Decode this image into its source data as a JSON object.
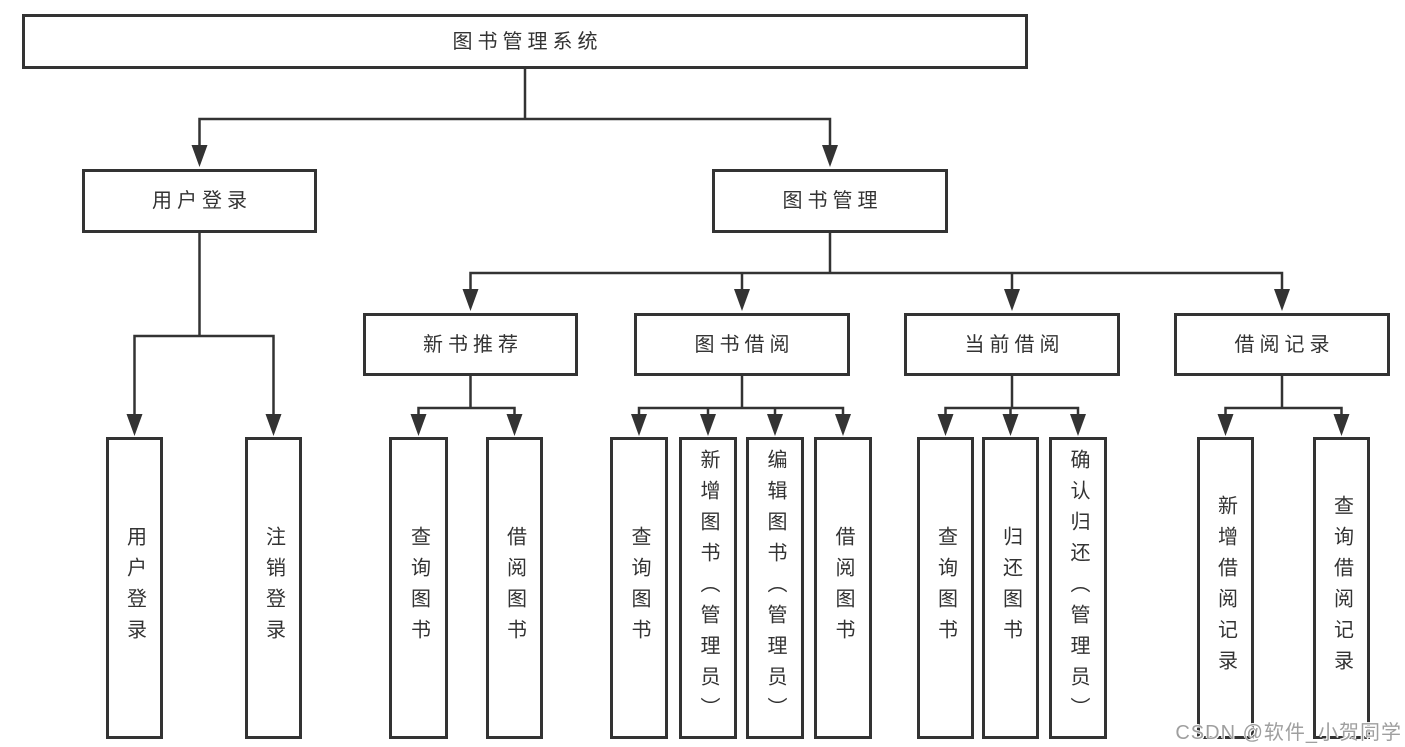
{
  "diagram": {
    "root": {
      "label": "图书管理系统"
    },
    "branches": [
      {
        "label": "用户登录",
        "children": [
          {
            "label": "用户登录"
          },
          {
            "label": "注销登录"
          }
        ]
      },
      {
        "label": "图书管理",
        "children": [
          {
            "label": "新书推荐",
            "children": [
              {
                "label": "查询图书"
              },
              {
                "label": "借阅图书"
              }
            ]
          },
          {
            "label": "图书借阅",
            "children": [
              {
                "label": "查询图书"
              },
              {
                "label": "新增图书（管理员）"
              },
              {
                "label": "编辑图书（管理员）"
              },
              {
                "label": "借阅图书"
              }
            ]
          },
          {
            "label": "当前借阅",
            "children": [
              {
                "label": "查询图书"
              },
              {
                "label": "归还图书"
              },
              {
                "label": "确认归还（管理员）"
              }
            ]
          },
          {
            "label": "借阅记录",
            "children": [
              {
                "label": "新增借阅记录"
              },
              {
                "label": "查询借阅记录"
              }
            ]
          }
        ]
      }
    ]
  },
  "watermark": {
    "text": "CSDN @软件_小贺同学",
    "color": "#9f9f9f"
  },
  "colors": {
    "line": "#333333",
    "box_border": "#333333",
    "text": "#333333",
    "background": "#ffffff"
  }
}
